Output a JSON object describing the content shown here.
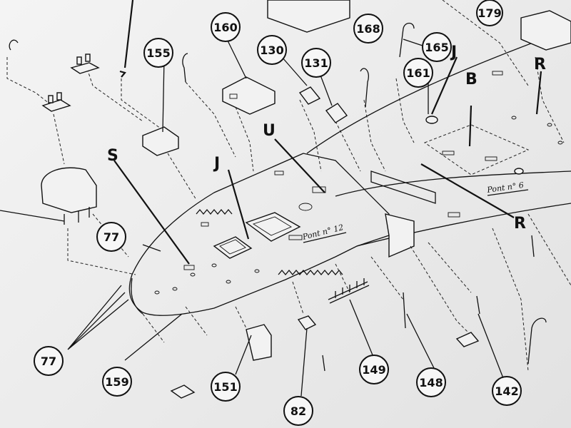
{
  "callouts": {
    "c179": "179",
    "c160": "160",
    "c155": "155",
    "c130": "130",
    "c131": "131",
    "c168": "168",
    "c165": "165",
    "c161": "161",
    "c77a": "77",
    "c77b": "77",
    "c159": "159",
    "c151": "151",
    "c82": "82",
    "c149": "149",
    "c148": "148",
    "c142": "142"
  },
  "letters": {
    "j1": "J",
    "j2": "J",
    "u": "U",
    "s": "S",
    "b": "B",
    "r1": "R",
    "r2": "R"
  },
  "deck_labels": {
    "pont12": "Pont n° 12",
    "pont6": "Pont n° 6"
  }
}
